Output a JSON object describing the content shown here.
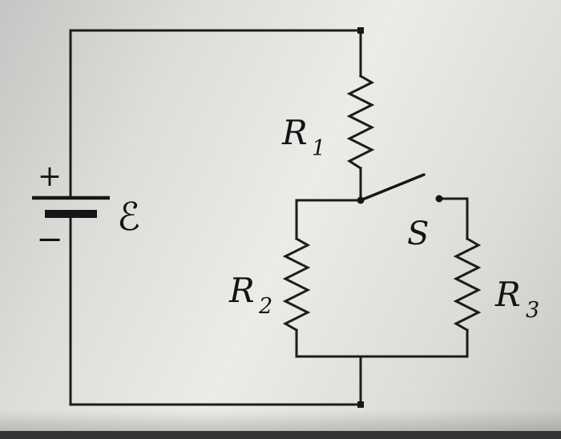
{
  "diagram": {
    "labels": {
      "plus": "+",
      "minus": "−",
      "emf": "ℰ",
      "switch": "S",
      "r1": {
        "base": "R",
        "sub": "1"
      },
      "r2": {
        "base": "R",
        "sub": "2"
      },
      "r3": {
        "base": "R",
        "sub": "3"
      }
    },
    "colors": {
      "line": "#1c1c1c",
      "paper_light": "#ecebe7",
      "paper_dark": "#c6c5c3",
      "photo_edge": "#343434"
    }
  }
}
